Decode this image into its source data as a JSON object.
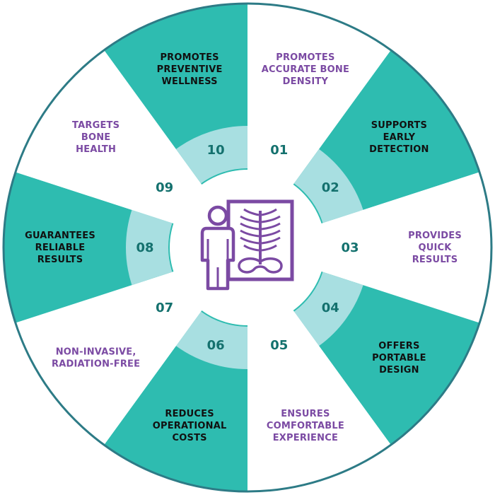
{
  "colors": {
    "teal": "#2ebcb0",
    "teal_light": "#a8dfe1",
    "purple": "#7b4aa3",
    "number": "#14716e",
    "outline": "#2d7b86",
    "white": "#ffffff"
  },
  "center_icon": "person-xray-icon",
  "segments": [
    {
      "number": "01",
      "lines": [
        "PROMOTES",
        "ACCURATE BONE",
        "DENSITY"
      ],
      "filled": false
    },
    {
      "number": "02",
      "lines": [
        "SUPPORTS",
        "EARLY",
        "DETECTION"
      ],
      "filled": true
    },
    {
      "number": "03",
      "lines": [
        "PROVIDES",
        "QUICK",
        "RESULTS"
      ],
      "filled": false
    },
    {
      "number": "04",
      "lines": [
        "OFFERS",
        "PORTABLE",
        "DESIGN"
      ],
      "filled": true
    },
    {
      "number": "05",
      "lines": [
        "ENSURES",
        "COMFORTABLE",
        "EXPERIENCE"
      ],
      "filled": false
    },
    {
      "number": "06",
      "lines": [
        "REDUCES",
        "OPERATIONAL",
        "COSTS"
      ],
      "filled": true
    },
    {
      "number": "07",
      "lines": [
        "NON-INVASIVE,",
        "RADIATION-FREE"
      ],
      "filled": false
    },
    {
      "number": "08",
      "lines": [
        "GUARANTEES",
        "RELIABLE",
        "RESULTS"
      ],
      "filled": true
    },
    {
      "number": "09",
      "lines": [
        "TARGETS",
        "BONE",
        "HEALTH"
      ],
      "filled": false
    },
    {
      "number": "10",
      "lines": [
        "PROMOTES",
        "PREVENTIVE",
        "WELLNESS"
      ],
      "filled": true
    }
  ]
}
